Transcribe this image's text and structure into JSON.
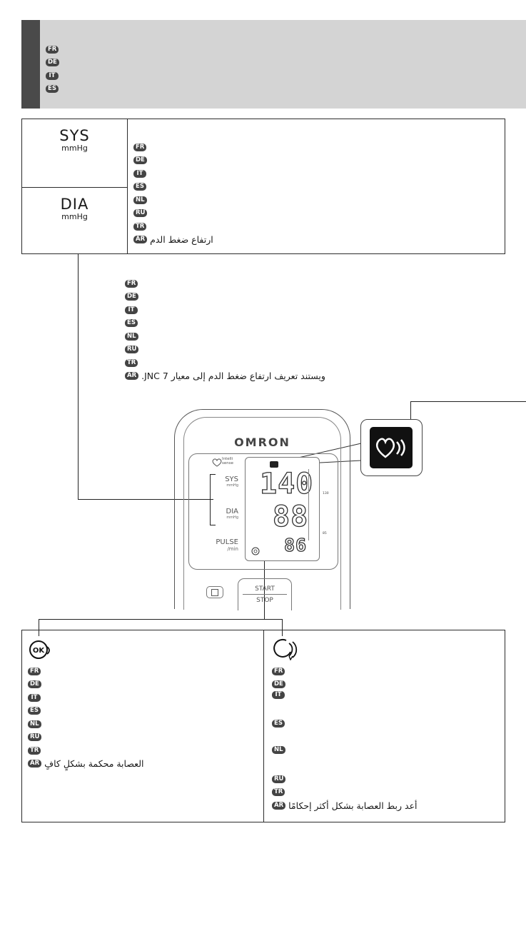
{
  "header": {
    "languages": [
      "FR",
      "DE",
      "IT",
      "ES"
    ]
  },
  "sys_dia": {
    "sys_label": "SYS",
    "sys_unit": "mmHg",
    "dia_label": "DIA",
    "dia_unit": "mmHg",
    "languages": [
      "FR",
      "DE",
      "IT",
      "ES",
      "NL",
      "RU",
      "TR"
    ],
    "ar_badge": "AR",
    "ar_text": "ارتفاع ضغط الدم"
  },
  "jnc": {
    "languages": [
      "FR",
      "DE",
      "IT",
      "ES",
      "NL",
      "RU",
      "TR"
    ],
    "ar_badge": "AR",
    "ar_text": "ويستند تعريف ارتفاع ضغط الدم إلى معيار JNC 7."
  },
  "device": {
    "brand": "OMRON",
    "intellisense": "Intelli sense",
    "sys": "SYS",
    "sys_unit": "mmHg",
    "dia": "DIA",
    "dia_unit": "mmHg",
    "pulse": "PULSE",
    "pulse_unit": "/min",
    "reading_sys": "140",
    "reading_dia": "88",
    "reading_pulse": "86",
    "scale_high": "130",
    "scale_low": "85",
    "start": "START",
    "stop": "STOP"
  },
  "cuff_ok": {
    "icon_label": "OK",
    "languages": [
      "FR",
      "DE",
      "IT",
      "ES",
      "NL",
      "RU",
      "TR"
    ],
    "ar_badge": "AR",
    "ar_text": "العصابة محكمة بشكلٍ كافٍ"
  },
  "cuff_loose": {
    "languages": [
      "FR",
      "DE",
      "IT",
      "ES",
      "NL",
      "RU",
      "TR"
    ],
    "ar_badge": "AR",
    "ar_text": "أعد ربط العصابة بشكل أكثر إحكامًا"
  },
  "colors": {
    "band": "#d4d4d4",
    "accent": "#4a4a4a",
    "badge": "#444444"
  }
}
